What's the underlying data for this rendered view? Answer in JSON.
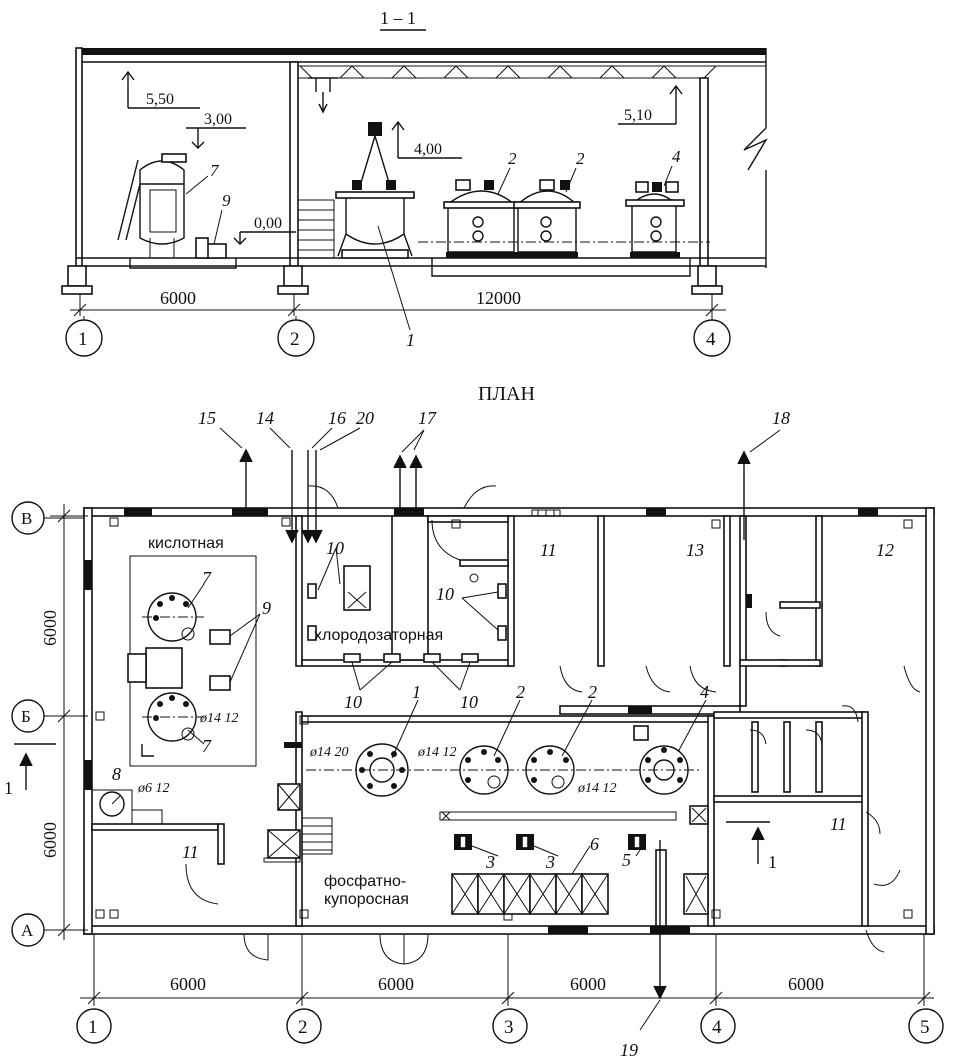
{
  "section": {
    "title": "1 – 1",
    "elev_550": "5,50",
    "elev_300": "3,00",
    "elev_400": "4,00",
    "elev_510": "5,10",
    "elev_000": "0,00",
    "dim_6000": "6000",
    "dim_12000": "12000",
    "axes": [
      "1",
      "2",
      "4"
    ],
    "callouts": {
      "c1": "1",
      "c2a": "2",
      "c2b": "2",
      "c4": "4",
      "c7": "7",
      "c9": "9"
    }
  },
  "plan": {
    "title": "ПЛАН",
    "rooms": {
      "acid": "кислотная",
      "chlorine": "хлородозаторная",
      "phosphate_line1": "фосфатно-",
      "phosphate_line2": "купоросная"
    },
    "row_axes": [
      "В",
      "Б",
      "А"
    ],
    "col_axes": [
      "1",
      "2",
      "3",
      "4",
      "5"
    ],
    "dims_horizontal": [
      "6000",
      "6000",
      "6000",
      "6000"
    ],
    "dims_vertical": [
      "6000",
      "6000"
    ],
    "section_mark": "1",
    "diameters": {
      "d1412_acid": "ø14 12",
      "d612": "ø6 12",
      "d1420": "ø14 20",
      "d1412_a": "ø14 12",
      "d1412_b": "ø14 12"
    },
    "callouts": {
      "c15": "15",
      "c14": "14",
      "c16": "16",
      "c20": "20",
      "c17": "17",
      "c18": "18",
      "c19": "19",
      "c7a": "7",
      "c7b": "7",
      "c9": "9",
      "c8": "8",
      "c10a": "10",
      "c10b": "10",
      "c10c": "10",
      "c10d": "10",
      "c11a": "11",
      "c11b": "11",
      "c11c": "11",
      "c12": "12",
      "c13": "13",
      "c1": "1",
      "c2a": "2",
      "c2b": "2",
      "c4": "4",
      "c3a": "3",
      "c3b": "3",
      "c5": "5",
      "c6": "6"
    }
  }
}
